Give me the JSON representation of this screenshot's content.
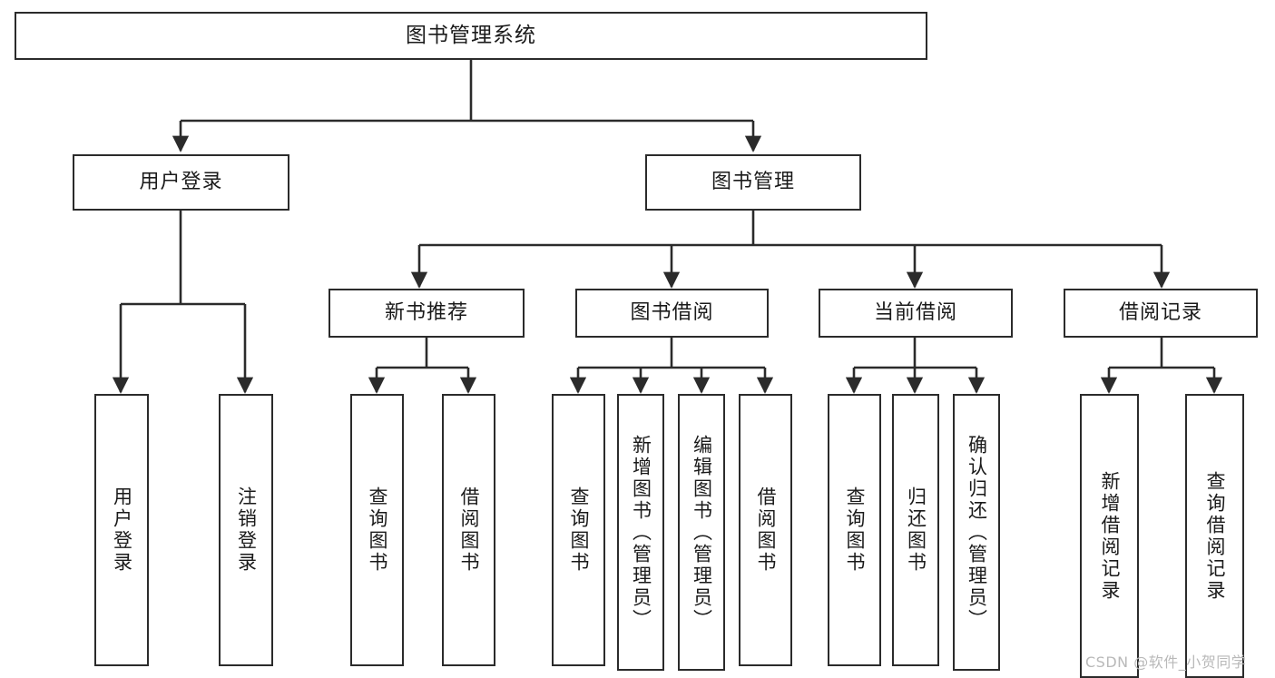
{
  "diagram": {
    "type": "tree-hierarchy",
    "title": "图书管理系统",
    "watermark": "CSDN @软件_小贺同学",
    "colors": {
      "stroke": "#2b2b2b",
      "fill": "#ffffff",
      "text": "#1a1a1a",
      "watermark": "#b9b9b9"
    }
  },
  "nodes": {
    "root": {
      "label": "图书管理系统"
    },
    "level1": [
      {
        "label": "用户登录"
      },
      {
        "label": "图书管理"
      }
    ],
    "level2": [
      {
        "label": "新书推荐"
      },
      {
        "label": "图书借阅"
      },
      {
        "label": "当前借阅"
      },
      {
        "label": "借阅记录"
      }
    ],
    "leaves": {
      "user_login": [
        {
          "label": "用户登录"
        },
        {
          "label": "注销登录"
        }
      ],
      "new_book_recommend": [
        {
          "label": "查询图书"
        },
        {
          "label": "借阅图书"
        }
      ],
      "book_borrow": [
        {
          "label": "查询图书"
        },
        {
          "label": "新增图书（管理员）"
        },
        {
          "label": "编辑图书（管理员）"
        },
        {
          "label": "借阅图书"
        }
      ],
      "current_borrow": [
        {
          "label": "查询图书"
        },
        {
          "label": "归还图书"
        },
        {
          "label": "确认归还（管理员）"
        }
      ],
      "borrow_record": [
        {
          "label": "新增借阅记录"
        },
        {
          "label": "查询借阅记录"
        }
      ]
    }
  }
}
